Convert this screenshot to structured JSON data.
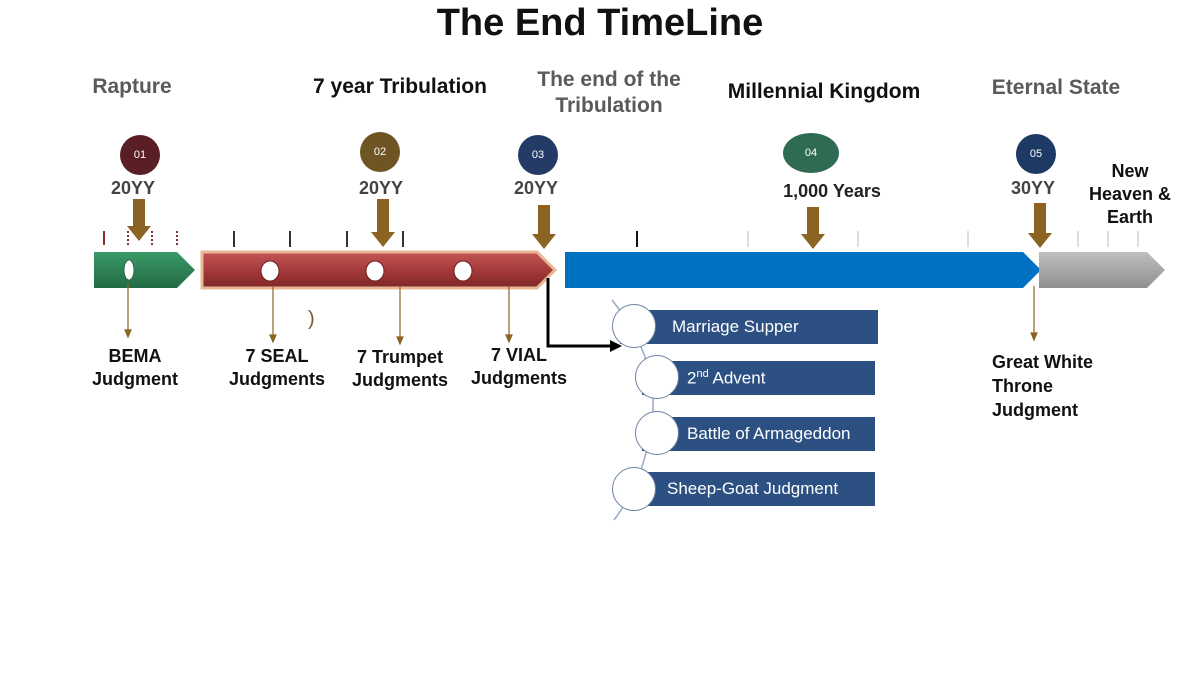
{
  "title": "The End TimeLine",
  "eras": {
    "rapture": "Rapture",
    "tribulation": "7 year Tribulation",
    "end_tribulation": "The end of the Tribulation",
    "millennial": "Millennial Kingdom",
    "eternal": "Eternal State"
  },
  "markers": [
    {
      "num": "01",
      "date": "20YY",
      "color": "#5a1f24"
    },
    {
      "num": "02",
      "date": "20YY",
      "color": "#6e5523"
    },
    {
      "num": "03",
      "date": "20YY",
      "color": "#233b66"
    },
    {
      "num": "04",
      "date": "1,000 Years",
      "color": "#2e6b52"
    },
    {
      "num": "05",
      "date": "30YY",
      "color": "#1e3a64"
    }
  ],
  "new_heaven": "New Heaven & Earth",
  "judgments": {
    "bema": "BEMA Judgment",
    "seal": "7 SEAL Judgments",
    "trumpet": "7 Trumpet Judgments",
    "vial": "7 VIAL Judgments",
    "great_white": "Great White Throne Judgment"
  },
  "paren": ")",
  "events": {
    "marriage": "Marriage Supper",
    "advent_num": "2",
    "advent_sup": "nd",
    "advent_rest": " Advent",
    "armageddon": "Battle of Armageddon",
    "sheep_goat": "Sheep-Goat Judgment"
  },
  "colors": {
    "green": "#2e7d53",
    "red": "#a63a3a",
    "blue": "#0070c0",
    "grey": "#a6a6a6",
    "arrow": "#8b6424",
    "box": "#2d5083"
  }
}
